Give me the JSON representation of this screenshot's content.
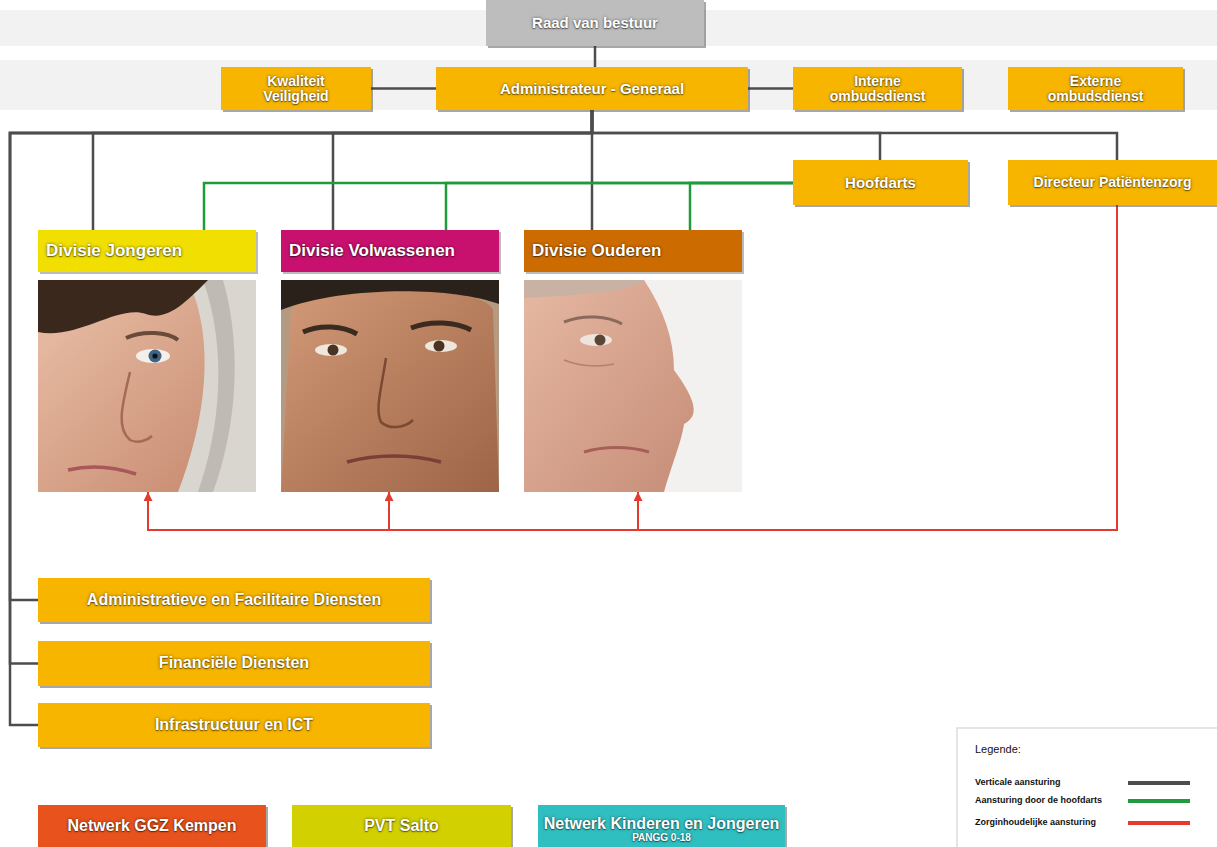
{
  "diagram": {
    "nodes": [
      {
        "text": [
          "Raad van bestuur"
        ]
      },
      {
        "text": [
          "Kwaliteit Veiligheid"
        ]
      },
      {
        "text": [
          "Administrateur - Generaal"
        ]
      },
      {
        "text": [
          "Interne ombudsdienst"
        ]
      },
      {
        "text": [
          "Externe ombudsdienst"
        ]
      },
      {
        "text": [
          "Hoofdarts"
        ]
      },
      {
        "text": [
          "Directeur Patiëntenzorg"
        ]
      },
      {
        "text": [
          "Divisie Jongeren"
        ]
      },
      {
        "text": [
          "Divisie Volwassenen"
        ]
      },
      {
        "text": [
          "Divisie Ouderen"
        ]
      },
      {
        "text": [
          "Administratieve en Facilitaire Diensten"
        ]
      },
      {
        "text": [
          "Financiële Diensten"
        ]
      },
      {
        "text": [
          "Infrastructuur en ICT"
        ]
      },
      {
        "text": [
          "Netwerk GGZ Kempen"
        ]
      },
      {
        "text": [
          "PVT Salto"
        ]
      },
      {
        "text": [
          "Netwerk Kinderen en Jongeren",
          "PANGG 0-18"
        ]
      }
    ],
    "edges": [
      {
        "from": 0,
        "to": 2,
        "arrow": "none"
      },
      {
        "from": 2,
        "to": 1,
        "arrow": "none"
      },
      {
        "from": 2,
        "to": 3,
        "arrow": "none"
      },
      {
        "from": 2,
        "to": 7,
        "arrow": "none"
      },
      {
        "from": 2,
        "to": 8,
        "arrow": "none"
      },
      {
        "from": 2,
        "to": 9,
        "arrow": "none"
      },
      {
        "from": 2,
        "to": 5,
        "arrow": "none"
      },
      {
        "from": 2,
        "to": 6,
        "arrow": "none"
      },
      {
        "from": 2,
        "to": 10,
        "arrow": "none"
      },
      {
        "from": 2,
        "to": 11,
        "arrow": "none"
      },
      {
        "from": 2,
        "to": 12,
        "arrow": "none"
      },
      {
        "from": 5,
        "to": 7,
        "arrow": "none"
      },
      {
        "from": 5,
        "to": 8,
        "arrow": "none"
      },
      {
        "from": 5,
        "to": 9,
        "arrow": "none"
      },
      {
        "from": 6,
        "to": 7,
        "arrow": "to"
      },
      {
        "from": 6,
        "to": 8,
        "arrow": "to"
      },
      {
        "from": 6,
        "to": 9,
        "arrow": "to"
      }
    ],
    "labels": [
      "Legende:"
    ],
    "legend": [
      {
        "text": "Verticale aansturing"
      },
      {
        "text": "Aansturing door de hoofdarts"
      },
      {
        "text": "Zorginhoudelijke aansturing"
      }
    ]
  }
}
